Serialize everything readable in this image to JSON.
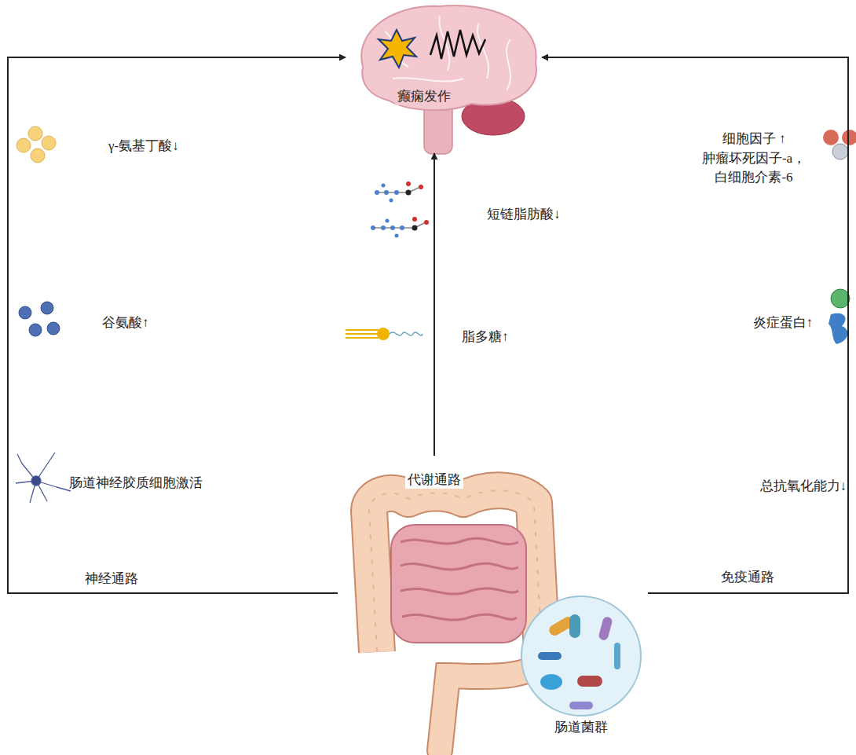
{
  "diagram": {
    "nodes": [
      {
        "text": [
          "癫痫发作"
        ]
      },
      {
        "text": [
          "肠道菌群"
        ]
      }
    ],
    "edges": [
      {
        "from": 1,
        "to": 0,
        "arrow": "to",
        "label": "神经通路"
      },
      {
        "from": 1,
        "to": 0,
        "arrow": "to",
        "label": "代谢通路"
      },
      {
        "from": 1,
        "to": 0,
        "arrow": "to",
        "label": "免疫通路"
      }
    ],
    "labels": [
      "γ-氨基丁酸↓",
      "谷氨酸↑",
      "肠道神经胶质细胞激活",
      "短链脂肪酸↓",
      "脂多糖↑",
      "细胞因子 ↑",
      "肿瘤坏死因子-a，",
      "白细胞介素-6",
      "炎症蛋白↑",
      "总抗氧化能力↓"
    ]
  }
}
